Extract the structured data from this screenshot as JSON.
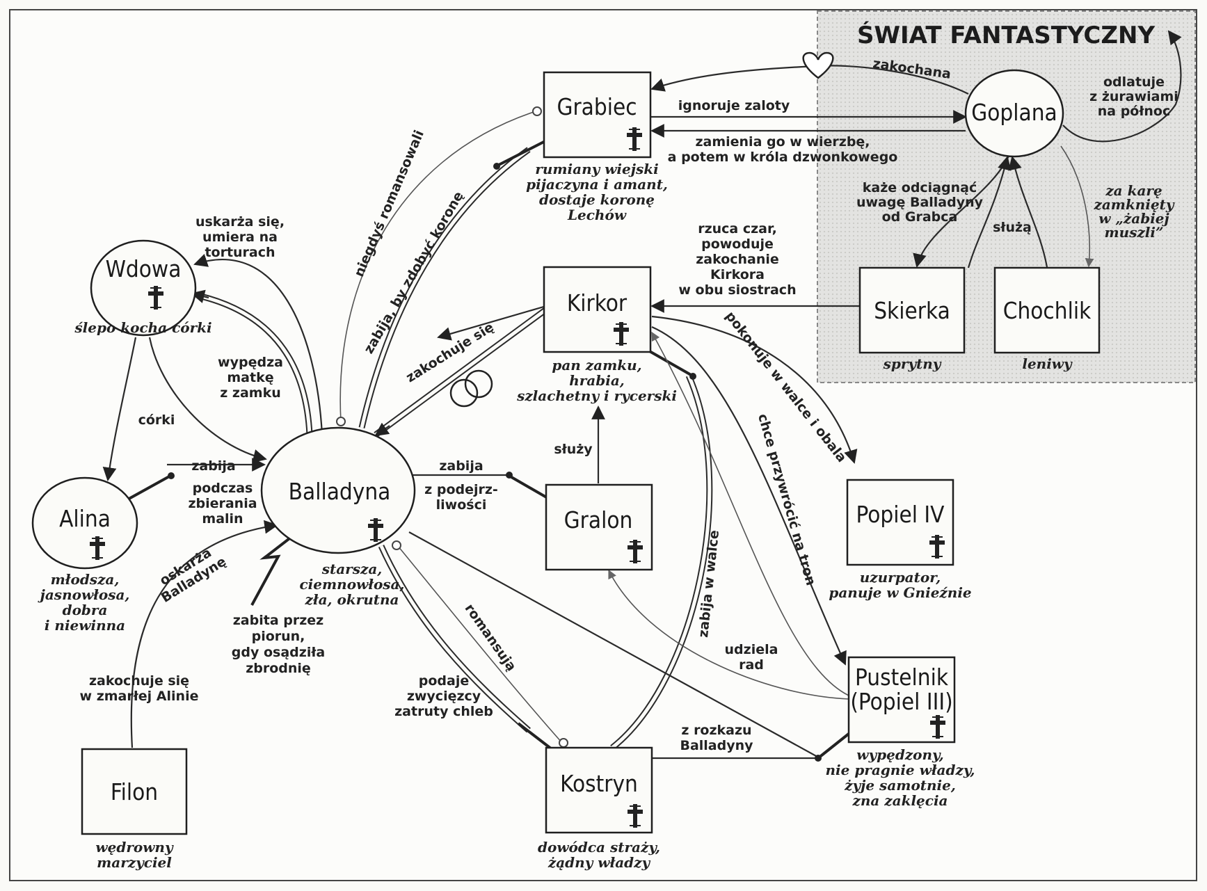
{
  "region_title": "ŚWIAT FANTASTYCZNY",
  "nodes": {
    "grabiec": {
      "name": "Grabiec",
      "desc": [
        "rumiany wiejski",
        "pijaczyna i amant,",
        "dostaje koronę",
        "Lechów"
      ]
    },
    "goplana": {
      "name": "Goplana"
    },
    "kirkor": {
      "name": "Kirkor",
      "desc": [
        "pan zamku,",
        "hrabia,",
        "szlachetny i rycerski"
      ]
    },
    "skierka": {
      "name": "Skierka",
      "desc": [
        "sprytny"
      ]
    },
    "chochlik": {
      "name": "Chochlik",
      "desc": [
        "leniwy"
      ]
    },
    "wdowa": {
      "name": "Wdowa",
      "desc": [
        "ślepo kocha córki"
      ]
    },
    "balladyna": {
      "name": "Balladyna",
      "desc": [
        "starsza,",
        "ciemnowłosa,",
        "zła, okrutna"
      ]
    },
    "alina": {
      "name": "Alina",
      "desc": [
        "młodsza,",
        "jasnowłosa,",
        "dobra",
        "i niewinna"
      ]
    },
    "gralon": {
      "name": "Gralon"
    },
    "popiel4": {
      "name": "Popiel IV",
      "desc": [
        "uzurpator,",
        "panuje w Gnieźnie"
      ]
    },
    "pustelnik": {
      "name": [
        "Pustelnik",
        "(Popiel III)"
      ],
      "desc": [
        "wypędzony,",
        "nie pragnie władzy,",
        "żyje samotnie,",
        "zna zaklęcia"
      ]
    },
    "filon": {
      "name": "Filon",
      "desc": [
        "wędrowny",
        "marzyciel"
      ]
    },
    "kostryn": {
      "name": "Kostryn",
      "desc": [
        "dowódca straży,",
        "żądny władzy"
      ]
    }
  },
  "edges": {
    "zakochana": [
      "zakochana"
    ],
    "ignoruje": [
      "ignoruje zaloty"
    ],
    "zamienia": [
      "zamienia go w wierzbę,",
      "a potem w króla dzwonkowego"
    ],
    "odlatuje": [
      "odlatuje",
      "z żurawiami",
      "na północ"
    ],
    "kaze": [
      "każe odciągnąć",
      "uwagę Balladyny",
      "od Grabca"
    ],
    "sluza_goplana": [
      "służą"
    ],
    "za_kare": [
      "za karę",
      "zamknięty",
      "w „żabiej",
      "muszli”"
    ],
    "rzuca_czar": [
      "rzuca czar,",
      "powoduje",
      "zakochanie",
      "Kirkora",
      "w obu siostrach"
    ],
    "niegdys": [
      "niegdyś romansowali"
    ],
    "zabija_korona": [
      "zabija, by zdobyć koronę"
    ],
    "uskarza": [
      "uskarża się,",
      "umiera na",
      "torturach"
    ],
    "wypedza": [
      "wypędza",
      "matkę",
      "z zamku"
    ],
    "corki": [
      "córki"
    ],
    "zakochuje_kirkor": [
      "zakochuje się"
    ],
    "pokonuje": [
      "pokonuje w walce i obala"
    ],
    "chce": [
      "chce przywrócić na tron"
    ],
    "zabija_walce": [
      "zabija w walce"
    ],
    "sluzy_gralon": [
      "służy"
    ],
    "zabija_alina": [
      "zabija"
    ],
    "podczas": [
      "podczas",
      "zbierania",
      "malin"
    ],
    "zabija_gralon": [
      "zabija"
    ],
    "podejrz": [
      "z podejrz-",
      "liwości"
    ],
    "oskarza": [
      "oskarża",
      "Balladynę"
    ],
    "piorun": [
      "zabita przez",
      "piorun,",
      "gdy osądziła",
      "zbrodnię"
    ],
    "zakochuje_filon": [
      "zakochuje się",
      "w zmarłej Alinie"
    ],
    "romansuja": [
      "romansują"
    ],
    "podaje": [
      "podaje",
      "zwycięzcy",
      "zatruty chleb"
    ],
    "udziela": [
      "udziela",
      "rad"
    ],
    "rozkaz": [
      "z rozkazu",
      "Balladyny"
    ]
  }
}
